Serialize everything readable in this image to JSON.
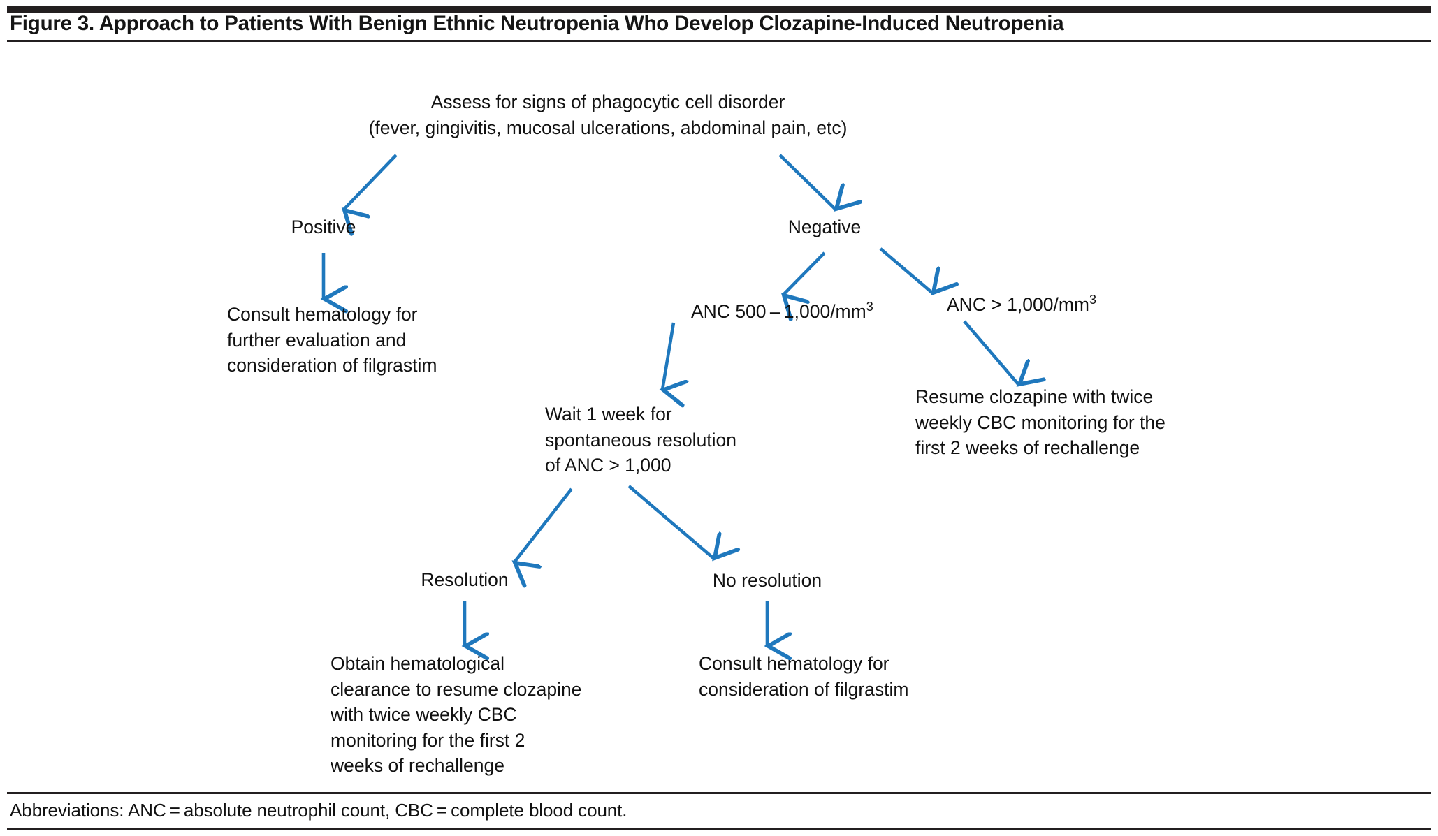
{
  "figure": {
    "title": "Figure 3. Approach to Patients With Benign Ethnic Neutropenia Who Develop Clozapine-Induced Neutropenia",
    "abbreviations": "Abbreviations: ANC = absolute neutrophil count, CBC = complete blood count.",
    "accent_color": "#1f78bd",
    "rule_color": "#231f20",
    "text_color": "#111111",
    "background_color": "#ffffff"
  },
  "chart_data": {
    "type": "diagram",
    "title": "Figure 3. Approach to Patients With Benign Ethnic Neutropenia Who Develop Clozapine-Induced Neutropenia",
    "nodes": [
      {
        "id": "root",
        "label": "Assess for signs of phagocytic cell disorder\n(fever, gingivitis, mucosal ulcerations, abdominal pain, etc)"
      },
      {
        "id": "positive",
        "label": "Positive"
      },
      {
        "id": "negative",
        "label": "Negative"
      },
      {
        "id": "consult_heme_1",
        "label": "Consult hematology for\nfurther evaluation and\nconsideration of filgrastim"
      },
      {
        "id": "anc_500_1000",
        "label": "ANC 500 – 1,000/mm",
        "sup": "3"
      },
      {
        "id": "anc_gt_1000",
        "label": "ANC > 1,000/mm",
        "sup": "3"
      },
      {
        "id": "wait_1_week",
        "label": "Wait 1 week for\nspontaneous resolution\nof ANC > 1,000"
      },
      {
        "id": "resume_cloz",
        "label": "Resume clozapine with twice\nweekly CBC monitoring for the\nfirst 2 weeks of rechallenge"
      },
      {
        "id": "resolution",
        "label": "Resolution"
      },
      {
        "id": "no_resolution",
        "label": "No resolution"
      },
      {
        "id": "obtain_clearance",
        "label": "Obtain hematological\nclearance to resume clozapine\nwith twice weekly CBC\nmonitoring for the first 2\nweeks of rechallenge"
      },
      {
        "id": "consult_heme_2",
        "label": "Consult hematology for\nconsideration of filgrastim"
      }
    ],
    "edges": [
      {
        "from": "root",
        "to": "positive"
      },
      {
        "from": "root",
        "to": "negative"
      },
      {
        "from": "positive",
        "to": "consult_heme_1"
      },
      {
        "from": "negative",
        "to": "anc_500_1000"
      },
      {
        "from": "negative",
        "to": "anc_gt_1000"
      },
      {
        "from": "anc_500_1000",
        "to": "wait_1_week"
      },
      {
        "from": "anc_gt_1000",
        "to": "resume_cloz"
      },
      {
        "from": "wait_1_week",
        "to": "resolution"
      },
      {
        "from": "wait_1_week",
        "to": "no_resolution"
      },
      {
        "from": "resolution",
        "to": "obtain_clearance"
      },
      {
        "from": "no_resolution",
        "to": "consult_heme_2"
      }
    ]
  }
}
